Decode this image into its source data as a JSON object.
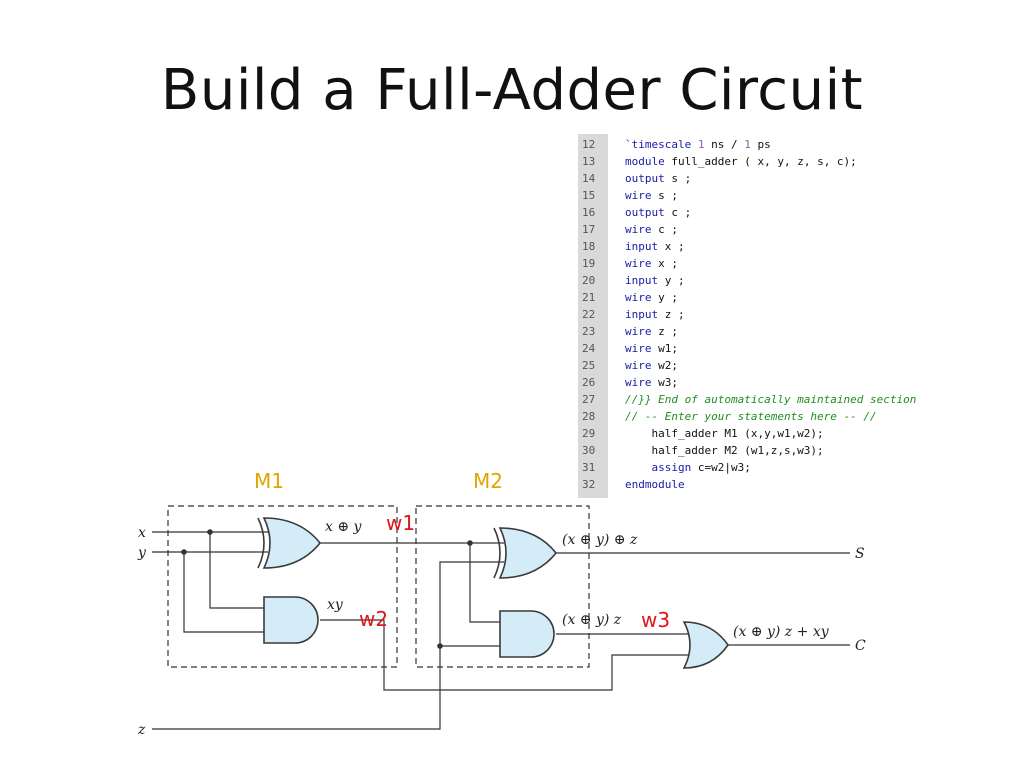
{
  "title": "Build a Full-Adder Circuit",
  "code": {
    "lines": [
      {
        "n": "12",
        "parts": [
          {
            "t": "`timescale ",
            "c": "kw"
          },
          {
            "t": "1",
            "c": "num"
          },
          {
            "t": " ns / ",
            "c": ""
          },
          {
            "t": "1",
            "c": "num"
          },
          {
            "t": " ps",
            "c": ""
          }
        ]
      },
      {
        "n": "13",
        "parts": [
          {
            "t": "module",
            "c": "kw"
          },
          {
            "t": " full_adder ( x, y, z, s, c);",
            "c": ""
          }
        ]
      },
      {
        "n": "14",
        "parts": [
          {
            "t": "output",
            "c": "kw"
          },
          {
            "t": " s ;",
            "c": ""
          }
        ]
      },
      {
        "n": "15",
        "parts": [
          {
            "t": "wire",
            "c": "kw"
          },
          {
            "t": " s ;",
            "c": ""
          }
        ]
      },
      {
        "n": "16",
        "parts": [
          {
            "t": "output",
            "c": "kw"
          },
          {
            "t": " c ;",
            "c": ""
          }
        ]
      },
      {
        "n": "17",
        "parts": [
          {
            "t": "wire",
            "c": "kw"
          },
          {
            "t": " c ;",
            "c": ""
          }
        ]
      },
      {
        "n": "18",
        "parts": [
          {
            "t": "input",
            "c": "kw"
          },
          {
            "t": " x ;",
            "c": ""
          }
        ]
      },
      {
        "n": "19",
        "parts": [
          {
            "t": "wire",
            "c": "kw"
          },
          {
            "t": " x ;",
            "c": ""
          }
        ]
      },
      {
        "n": "20",
        "parts": [
          {
            "t": "input",
            "c": "kw"
          },
          {
            "t": " y ;",
            "c": ""
          }
        ]
      },
      {
        "n": "21",
        "parts": [
          {
            "t": "wire",
            "c": "kw"
          },
          {
            "t": " y ;",
            "c": ""
          }
        ]
      },
      {
        "n": "22",
        "parts": [
          {
            "t": "input",
            "c": "kw"
          },
          {
            "t": " z ;",
            "c": ""
          }
        ]
      },
      {
        "n": "23",
        "parts": [
          {
            "t": "wire",
            "c": "kw"
          },
          {
            "t": " z ;",
            "c": ""
          }
        ]
      },
      {
        "n": "24",
        "parts": [
          {
            "t": "wire",
            "c": "kw"
          },
          {
            "t": " w1;",
            "c": ""
          }
        ]
      },
      {
        "n": "25",
        "parts": [
          {
            "t": "wire",
            "c": "kw"
          },
          {
            "t": " w2;",
            "c": ""
          }
        ]
      },
      {
        "n": "26",
        "parts": [
          {
            "t": "wire",
            "c": "kw"
          },
          {
            "t": " w3;",
            "c": ""
          }
        ]
      },
      {
        "n": "27",
        "parts": [
          {
            "t": "//}} End of automatically maintained section",
            "c": "cm"
          }
        ]
      },
      {
        "n": "28",
        "parts": [
          {
            "t": "// -- Enter your statements here -- //",
            "c": "cm"
          }
        ]
      },
      {
        "n": "29",
        "parts": [
          {
            "t": "    half_adder M1 (x,y,w1,w2);",
            "c": ""
          }
        ]
      },
      {
        "n": "30",
        "parts": [
          {
            "t": "    half_adder M2 (w1,z,s,w3);",
            "c": ""
          }
        ]
      },
      {
        "n": "31",
        "parts": [
          {
            "t": "    ",
            "c": ""
          },
          {
            "t": "assign",
            "c": "kw"
          },
          {
            "t": " c=w2|w3;",
            "c": ""
          }
        ]
      },
      {
        "n": "32",
        "parts": [
          {
            "t": "endmodule",
            "c": "kw"
          }
        ]
      }
    ]
  },
  "diagram": {
    "module_labels": {
      "m1": "M1",
      "m2": "M2"
    },
    "wire_labels": {
      "w1": "w1",
      "w2": "w2",
      "w3": "w3"
    },
    "inputs": {
      "x": "x",
      "y": "y",
      "z": "z"
    },
    "outputs": {
      "s": "S",
      "c": "C"
    },
    "gate_labels": {
      "xor1": "x ⊕ y",
      "and1": "xy",
      "xor2": "(x ⊕ y) ⊕ z",
      "and2": "(x ⊕ y) z",
      "or1": "(x ⊕ y) z + xy"
    },
    "colors": {
      "module_label": "#e0a500",
      "wire_label": "#e0151a",
      "gate_fill": "#d4ecf7",
      "gate_stroke": "#3a3a3a"
    }
  }
}
